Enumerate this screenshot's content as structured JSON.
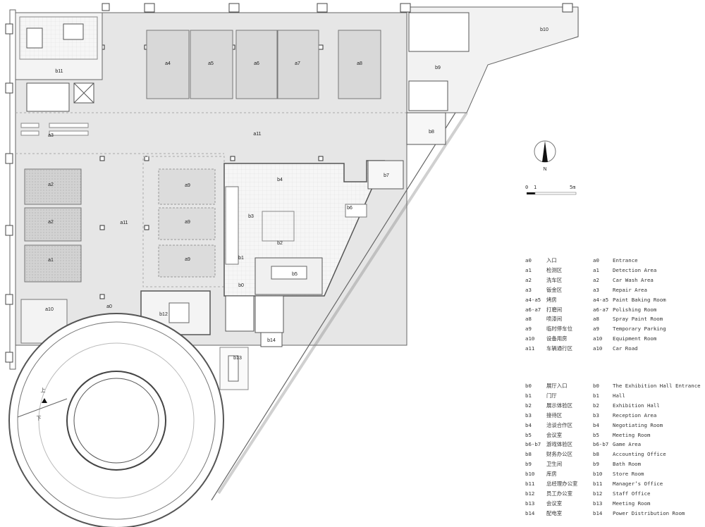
{
  "room_labels": {
    "a0": "a0",
    "a1": "a1",
    "a2": "a2",
    "a3": "a3",
    "a4": "a4",
    "a5": "a5",
    "a6": "a6",
    "a7": "a7",
    "a8": "a8",
    "a9": "a9",
    "a10": "a10",
    "a11": "a11",
    "b0": "b0",
    "b1": "b1",
    "b2": "b2",
    "b3": "b3",
    "b4": "b4",
    "b5": "b5",
    "b6": "b6",
    "b7": "b7",
    "b8": "b8",
    "b9": "b9",
    "b10": "b10",
    "b11": "b11",
    "b12": "b12",
    "b13": "b13",
    "b14": "b14"
  },
  "ramp": {
    "up": "上",
    "down": "下"
  },
  "compass": {
    "north": "N"
  },
  "scale": {
    "zero": "0",
    "one": "1",
    "five": "5m"
  },
  "legend_a": [
    {
      "code": "a0",
      "cn": "入口",
      "code_en": "a0",
      "en": "Entrance"
    },
    {
      "code": "a1",
      "cn": "检测区",
      "code_en": "a1",
      "en": "Detection Area"
    },
    {
      "code": "a2",
      "cn": "洗车区",
      "code_en": "a2",
      "en": "Car Wash Area"
    },
    {
      "code": "a3",
      "cn": "钣金区",
      "code_en": "a3",
      "en": "Repair Area"
    },
    {
      "code": "a4-a5",
      "cn": "烤房",
      "code_en": "a4-a5",
      "en": "Paint Baking Room"
    },
    {
      "code": "a6-a7",
      "cn": "打磨间",
      "code_en": "a6-a7",
      "en": "Polishing Room"
    },
    {
      "code": "a8",
      "cn": "喷漆间",
      "code_en": "a8",
      "en": "Spray Paint Room"
    },
    {
      "code": "a9",
      "cn": "临时停车位",
      "code_en": "a9",
      "en": "Temporary Parking"
    },
    {
      "code": "a10",
      "cn": "设备用房",
      "code_en": "a10",
      "en": "Equipment Room"
    },
    {
      "code": "a11",
      "cn": "车辆通行区",
      "code_en": "a10",
      "en": "Car Road"
    }
  ],
  "legend_b": [
    {
      "code": "b0",
      "cn": "展厅入口",
      "code_en": "b0",
      "en": "The Exhibition Hall Entrance"
    },
    {
      "code": "b1",
      "cn": "门厅",
      "code_en": "b1",
      "en": "Hall"
    },
    {
      "code": "b2",
      "cn": "展示体验区",
      "code_en": "b2",
      "en": "Exhibition Hall"
    },
    {
      "code": "b3",
      "cn": "接待区",
      "code_en": "b3",
      "en": "Reception Area"
    },
    {
      "code": "b4",
      "cn": "洽谈合作区",
      "code_en": "b4",
      "en": "Negotiating Room"
    },
    {
      "code": "b5",
      "cn": "会议室",
      "code_en": "b5",
      "en": "Meeting Room"
    },
    {
      "code": "b6-b7",
      "cn": "游戏体验区",
      "code_en": "b6-b7",
      "en": "Game Area"
    },
    {
      "code": "b8",
      "cn": "财务办公区",
      "code_en": "b8",
      "en": "Accounting Office"
    },
    {
      "code": "b9",
      "cn": "卫生间",
      "code_en": "b9",
      "en": "Bath Room"
    },
    {
      "code": "b10",
      "cn": "库房",
      "code_en": "b10",
      "en": "Store Room"
    },
    {
      "code": "b11",
      "cn": "总经理办公室",
      "code_en": "b11",
      "en": "Manager’s Office"
    },
    {
      "code": "b12",
      "cn": "员工办公室",
      "code_en": "b12",
      "en": "Staff Office"
    },
    {
      "code": "b13",
      "cn": "会议室",
      "code_en": "b13",
      "en": "Meeting Room"
    },
    {
      "code": "b14",
      "cn": "配电室",
      "code_en": "b14",
      "en": "Power Distribution Room"
    }
  ],
  "colors": {
    "floor": "#e6e6e6",
    "wall": "#555555",
    "zone": "#d4d4d4",
    "exhibition": "#f4f4f4"
  }
}
